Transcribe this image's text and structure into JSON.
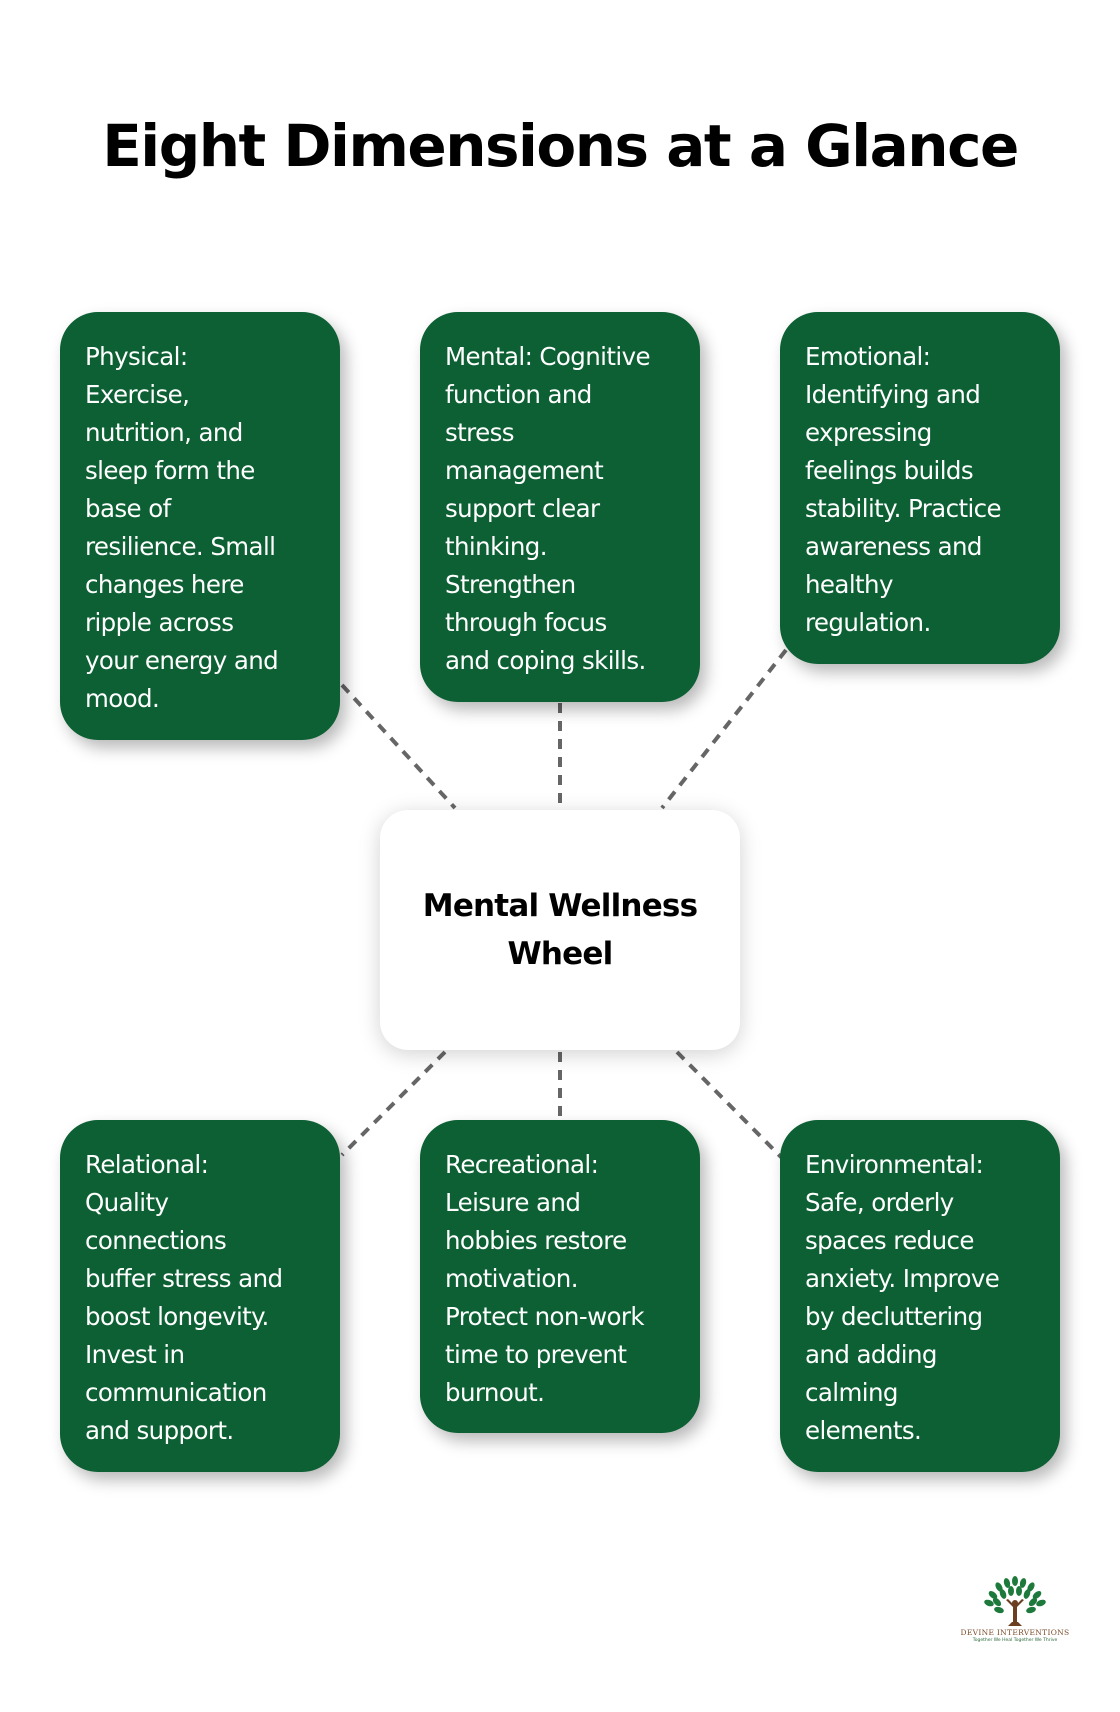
{
  "title": "Eight Dimensions at a Glance",
  "center": {
    "line1": "Mental Wellness",
    "line2": "Wheel"
  },
  "colors": {
    "card_bg": "#0c6033",
    "card_text": "#ffffff",
    "connector": "#666666",
    "center_bg": "#ffffff"
  },
  "cards": [
    {
      "id": "physical",
      "lines": [
        "Physical:",
        "Exercise,",
        "nutrition, and",
        "sleep form the",
        "base of",
        "resilience. Small",
        "changes here",
        "ripple across",
        "your energy and",
        "mood."
      ]
    },
    {
      "id": "mental",
      "lines": [
        "Mental: Cognitive",
        "function and",
        "stress",
        "management",
        "support clear",
        "thinking.",
        "Strengthen",
        "through focus",
        "and coping skills."
      ]
    },
    {
      "id": "emotional",
      "lines": [
        "Emotional:",
        "Identifying and",
        "expressing",
        "feelings builds",
        "stability. Practice",
        "awareness and",
        "healthy",
        "regulation."
      ]
    },
    {
      "id": "relational",
      "lines": [
        "Relational:",
        "Quality",
        "connections",
        "buffer stress and",
        "boost longevity.",
        "Invest in",
        "communication",
        "and support."
      ]
    },
    {
      "id": "recreational",
      "lines": [
        "Recreational:",
        "Leisure and",
        "hobbies restore",
        "motivation.",
        "Protect non-work",
        "time to prevent",
        "burnout."
      ]
    },
    {
      "id": "environmental",
      "lines": [
        "Environmental:",
        "Safe, orderly",
        "spaces reduce",
        "anxiety. Improve",
        "by decluttering",
        "and adding",
        "calming",
        "elements."
      ]
    }
  ],
  "logo": {
    "icon": "tree-icon",
    "brand": "DEVINE INTERVENTIONS",
    "tagline": "Together We Heal Together We Thrive"
  }
}
